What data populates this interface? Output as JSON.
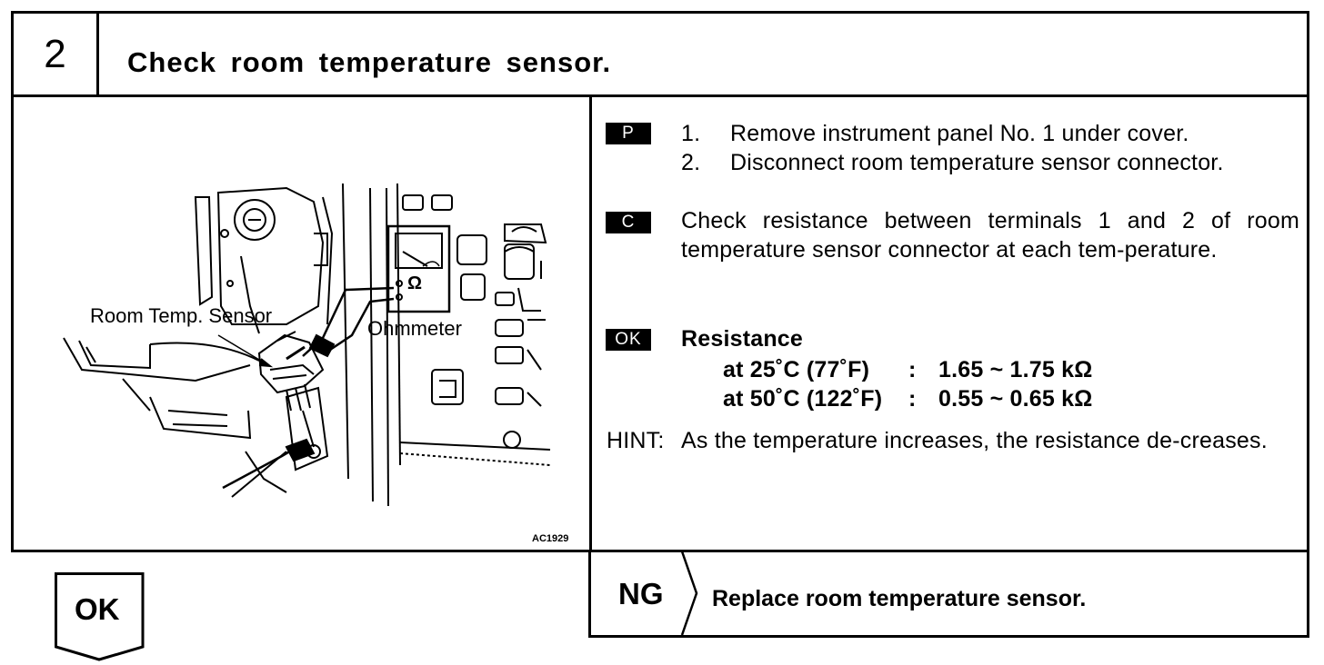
{
  "step": {
    "number": "2",
    "title": "Check room temperature sensor."
  },
  "figure": {
    "sensor_label": "Room Temp. Sensor",
    "meter_label": "Ohmmeter",
    "ohm_symbol": "Ω",
    "code": "AC1929"
  },
  "prep": {
    "badge": "P",
    "step1_num": "1.",
    "step1": "Remove instrument panel No. 1 under cover.",
    "step2_num": "2.",
    "step2": "Disconnect room temperature sensor connector."
  },
  "check": {
    "badge": "C",
    "text": "Check resistance between terminals 1 and 2 of room temperature sensor connector at each tem-perature."
  },
  "ok_spec": {
    "badge": "OK",
    "heading": "Resistance",
    "row1_cond": "at 25˚C (77˚F)",
    "row1_sep": ":",
    "row1_val": "1.65 ~ 1.75 kΩ",
    "row2_cond": "at 50˚C (122˚F)",
    "row2_sep": ":",
    "row2_val": "0.55 ~ 0.65 kΩ"
  },
  "hint": {
    "label": "HINT:",
    "text": "As the temperature increases, the resistance de-creases."
  },
  "ng": {
    "label": "NG",
    "action": "Replace room temperature sensor."
  },
  "ok": {
    "label": "OK"
  }
}
